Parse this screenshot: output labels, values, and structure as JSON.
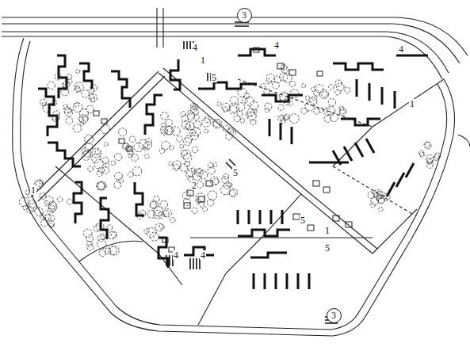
{
  "diagram": {
    "nodes": [
      {
        "text": [
          "3"
        ]
      },
      {
        "text": [
          "3"
        ]
      }
    ],
    "labels": [
      "4",
      "4",
      "4",
      "1",
      "5",
      "1",
      "2",
      "5",
      "1",
      "5",
      "1",
      "5",
      "4",
      "4"
    ]
  }
}
